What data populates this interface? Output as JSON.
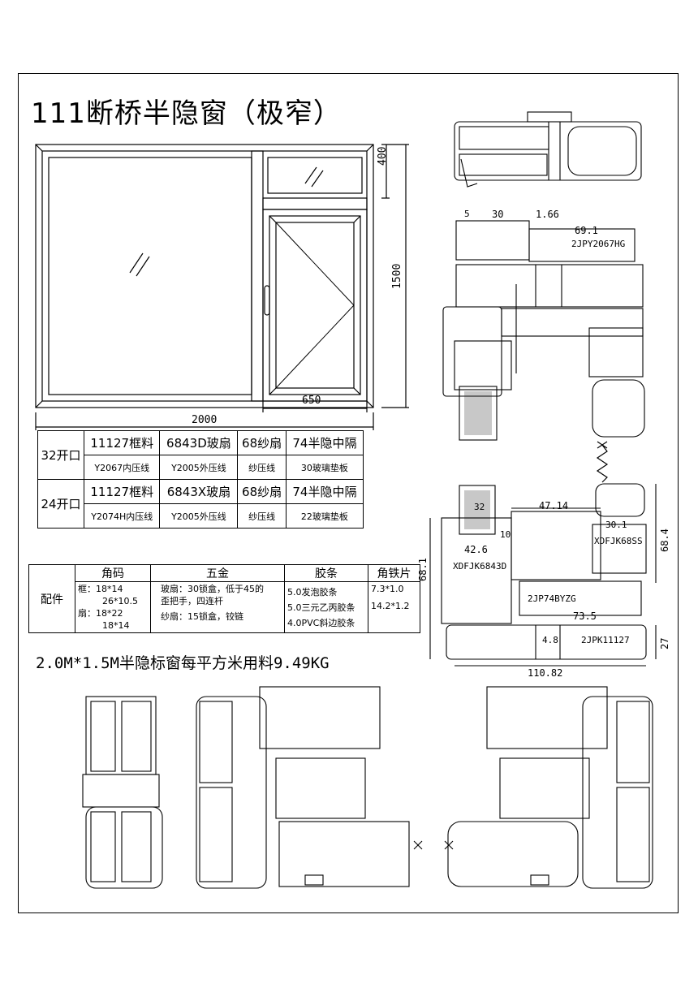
{
  "title": "111断桥半隐窗（极窄）",
  "elevation": {
    "dim_top_fixed": "400",
    "dim_height": "1500",
    "dim_sash_width": "650",
    "dim_width": "2000"
  },
  "spec_table": {
    "rows": [
      {
        "group": "32开口",
        "main": [
          "11127框料",
          "6843D玻扇",
          "68纱扇",
          "74半隐中隔"
        ],
        "sub": [
          "Y2067内压线",
          "Y2005外压线",
          "纱压线",
          "30玻璃垫板"
        ]
      },
      {
        "group": "24开口",
        "main": [
          "11127框料",
          "6843X玻扇",
          "68纱扇",
          "74半隐中隔"
        ],
        "sub": [
          "Y2074H内压线",
          "Y2005外压线",
          "纱压线",
          "22玻璃垫板"
        ]
      }
    ]
  },
  "accessories": {
    "row_label": "配件",
    "headers": [
      "角码",
      "五金",
      "胶条",
      "角铁片"
    ],
    "corner_code": [
      "框：18*14",
      "26*10.5",
      "扇：18*22",
      "18*14"
    ],
    "hardware": [
      "玻扇：30锁盒，低于45的",
      "歪把手，四连杆",
      "纱扇：15锁盒，铰链"
    ],
    "seals": [
      "5.0发泡胶条",
      "5.0三元乙丙胶条",
      "4.0PVC斜边胶条"
    ],
    "angle_iron": [
      "7.3*1.0",
      "14.2*1.2"
    ]
  },
  "summary": "2.0M*1.5M半隐标窗每平方米用料9.49KG",
  "section_upper": {
    "dims": [
      "5",
      "30",
      "1.66",
      "69.1"
    ],
    "labels": [
      "2JPY2067HG"
    ]
  },
  "section_lower": {
    "dims": [
      "32",
      "47.14",
      "10",
      "42.6",
      "30.1",
      "68.4",
      "68.1",
      "73.5",
      "4.8",
      "27",
      "110.82"
    ],
    "labels": [
      "XDFJK68SS",
      "XDFJK6843D",
      "2JP74BYZG",
      "2JPK11127"
    ]
  }
}
